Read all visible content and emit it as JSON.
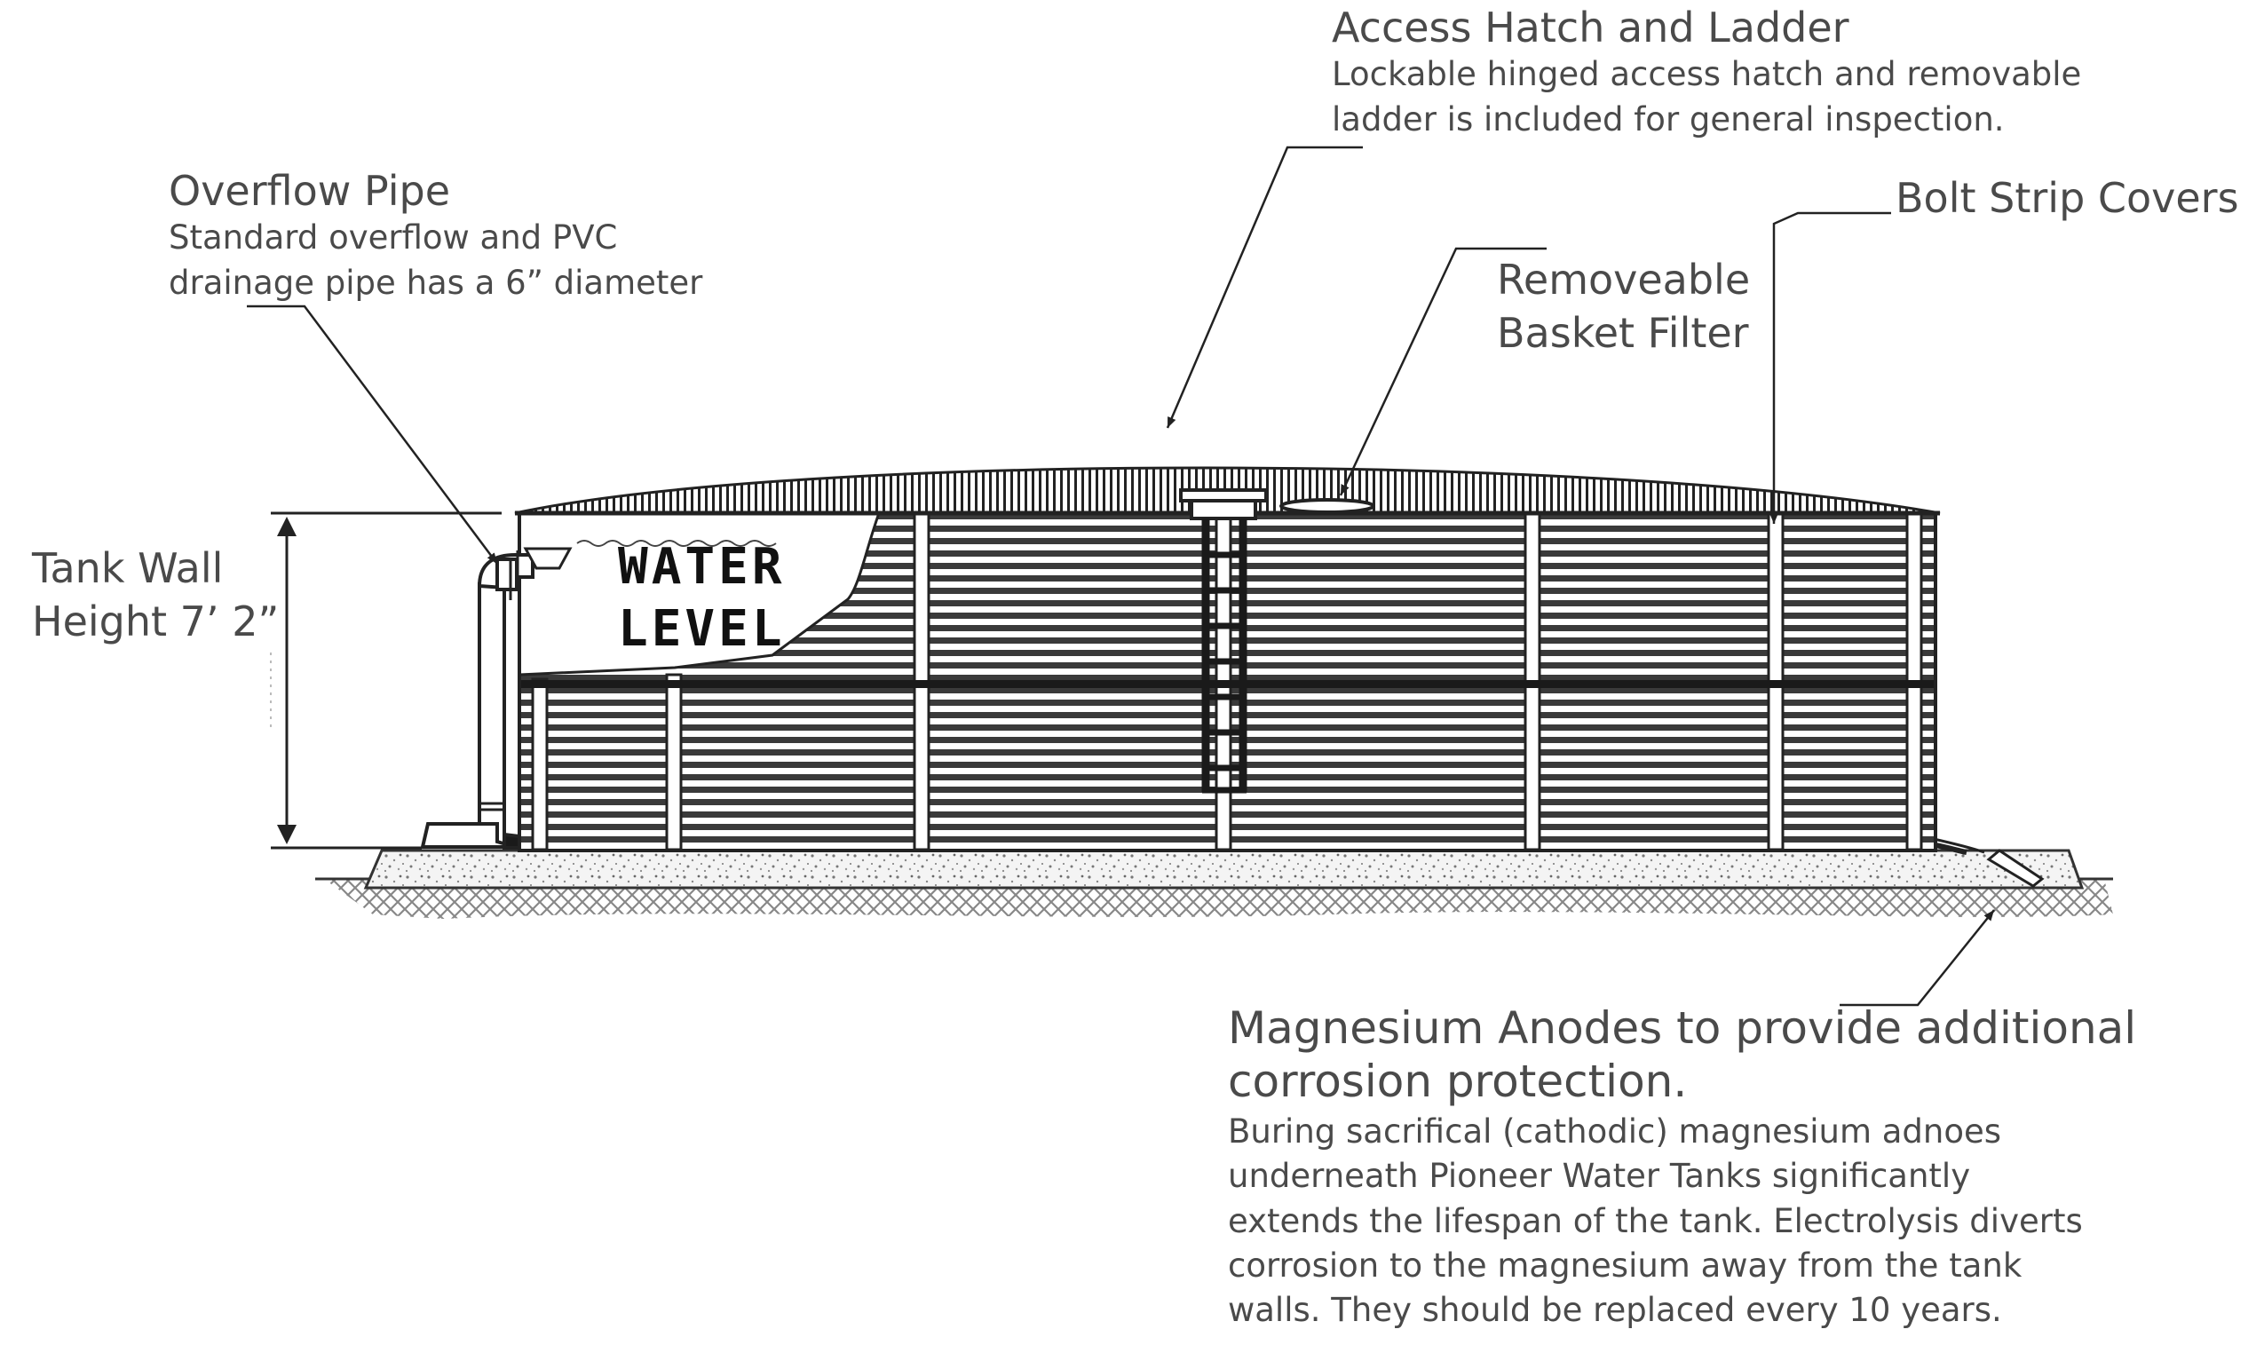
{
  "annotations": {
    "access_hatch": {
      "title": "Access Hatch and Ladder",
      "lines": [
        "Lockable hinged access hatch and removable",
        "ladder is included for general inspection."
      ]
    },
    "overflow_pipe": {
      "title": "Overflow Pipe",
      "lines": [
        "Standard overflow and PVC",
        "drainage pipe has a 6” diameter"
      ]
    },
    "bolt_strip": {
      "title": "Bolt Strip Covers"
    },
    "basket_filter": {
      "lines": [
        "Removeable",
        "Basket Filter"
      ]
    },
    "tank_wall": {
      "lines": [
        "Tank Wall",
        "Height 7’ 2”"
      ]
    },
    "magnesium": {
      "title_lines": [
        "Magnesium Anodes to provide additional",
        "corrosion protection."
      ],
      "lines": [
        "Buring sacrifical (cathodic) magnesium adnoes",
        "underneath Pioneer Water Tanks significantly",
        "extends the lifespan of the tank. Electrolysis diverts",
        "corrosion to the magnesium away from the tank",
        "walls. They should be replaced every 10 years."
      ]
    }
  },
  "water_level": {
    "lines": [
      "WATER",
      "LEVEL"
    ]
  },
  "colors": {
    "ink": "#222222",
    "text": "#4a4a4a",
    "ground": "#8a8a8a"
  }
}
